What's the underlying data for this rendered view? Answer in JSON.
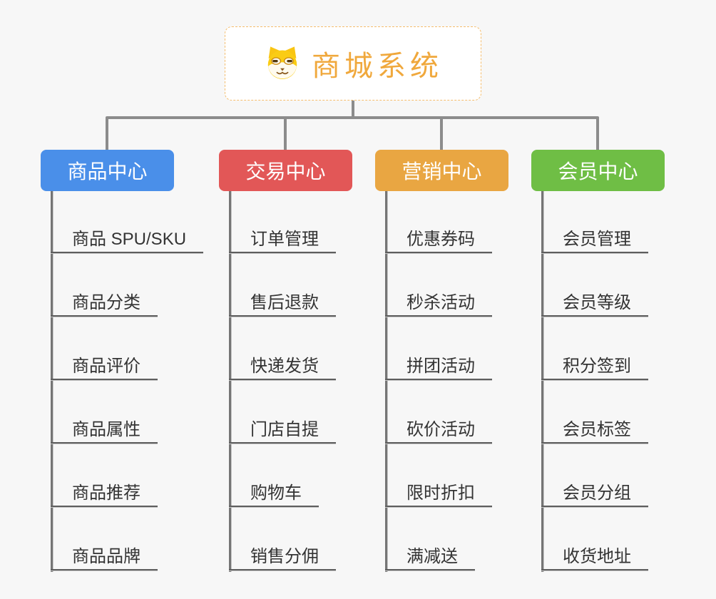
{
  "root": {
    "title": "商城系统",
    "icon": "dog-face-icon",
    "title_color": "#F0A83C",
    "border_color": "#F5BE6E"
  },
  "connector_color": "#8C8C8C",
  "branches": [
    {
      "label": "商品中心",
      "color": "#4A8FE9",
      "items": [
        "商品 SPU/SKU",
        "商品分类",
        "商品评价",
        "商品属性",
        "商品推荐",
        "商品品牌"
      ]
    },
    {
      "label": "交易中心",
      "color": "#E25757",
      "items": [
        "订单管理",
        "售后退款",
        "快递发货",
        "门店自提",
        "购物车",
        "销售分佣"
      ]
    },
    {
      "label": "营销中心",
      "color": "#E9A642",
      "items": [
        "优惠券码",
        "秒杀活动",
        "拼团活动",
        "砍价活动",
        "限时折扣",
        "满减送"
      ]
    },
    {
      "label": "会员中心",
      "color": "#6FBE45",
      "items": [
        "会员管理",
        "会员等级",
        "积分签到",
        "会员标签",
        "会员分组",
        "收货地址"
      ]
    }
  ]
}
